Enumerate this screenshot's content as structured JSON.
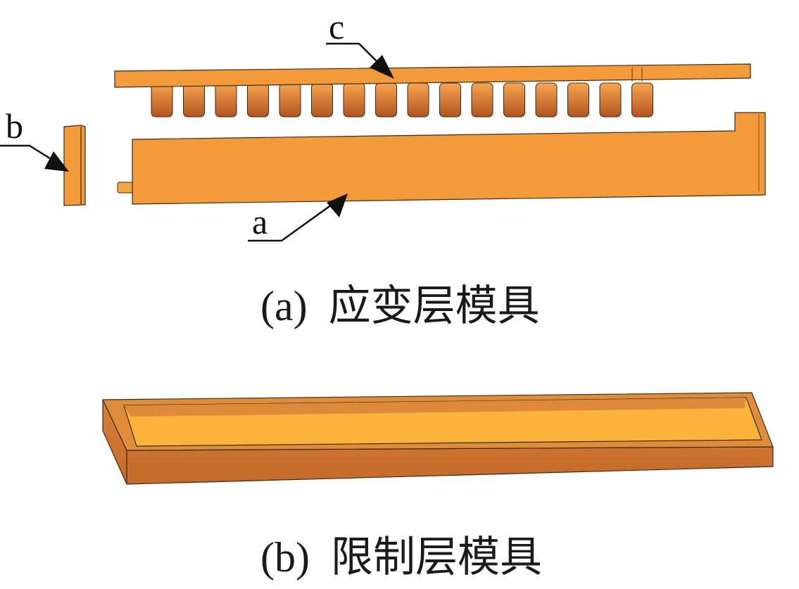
{
  "callouts": {
    "a": "a",
    "b": "b",
    "c": "c"
  },
  "captions": {
    "strain_layer": "(a)  应变层模具",
    "limit_layer": "(b)  限制层模具"
  },
  "colors": {
    "part_face": "#f39a3a",
    "part_top": "#f7ac4e",
    "part_shadow": "#c9692a",
    "tray_outer": "#d27a33",
    "tray_inner": "#fbb33b",
    "outline": "#3a2a1a",
    "arrow": "#111111"
  }
}
